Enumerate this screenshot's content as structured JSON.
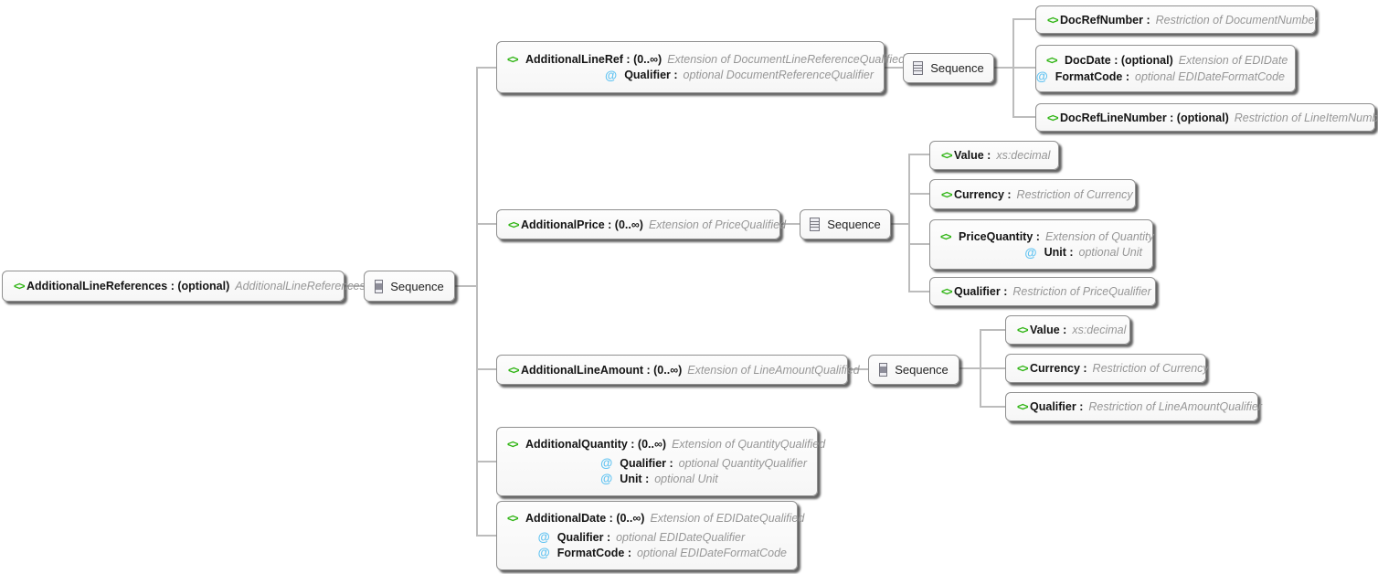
{
  "sequence_label": "Sequence",
  "icons": {
    "element": "<>",
    "attribute": "@"
  },
  "colors": {
    "element_icon": "#2eb412",
    "attribute_icon": "#63c4f2",
    "type_text": "#969696",
    "box_border": "#8f8f8f",
    "connector": "#bcbcbc"
  },
  "tree": {
    "root": {
      "label": "AdditionalLineReferences : (optional)",
      "type": "AdditionalLineReferences"
    },
    "branches": [
      {
        "label": "AdditionalLineRef : (0..∞)",
        "type": "Extension of DocumentLineReferenceQualified",
        "attributes": [
          {
            "label": "Qualifier :",
            "type": "optional DocumentReferenceQualifier"
          }
        ],
        "children": [
          {
            "label": "DocRefNumber :",
            "type": "Restriction of DocumentNumber"
          },
          {
            "label": "DocDate : (optional)",
            "type": "Extension of EDIDate",
            "attributes": [
              {
                "label": "FormatCode :",
                "type": "optional EDIDateFormatCode"
              }
            ]
          },
          {
            "label": "DocRefLineNumber : (optional)",
            "type": "Restriction of LineItemNumber"
          }
        ]
      },
      {
        "label": "AdditionalPrice : (0..∞)",
        "type": "Extension of PriceQualified",
        "children": [
          {
            "label": "Value :",
            "type": "xs:decimal"
          },
          {
            "label": "Currency :",
            "type": "Restriction of Currency"
          },
          {
            "label": "PriceQuantity :",
            "type": "Extension of Quantity",
            "attributes": [
              {
                "label": "Unit :",
                "type": "optional Unit"
              }
            ]
          },
          {
            "label": "Qualifier :",
            "type": "Restriction of PriceQualifier"
          }
        ]
      },
      {
        "label": "AdditionalLineAmount : (0..∞)",
        "type": "Extension of LineAmountQualified",
        "children": [
          {
            "label": "Value :",
            "type": "xs:decimal"
          },
          {
            "label": "Currency :",
            "type": "Restriction of Currency"
          },
          {
            "label": "Qualifier :",
            "type": "Restriction of LineAmountQualifier"
          }
        ]
      },
      {
        "label": "AdditionalQuantity : (0..∞)",
        "type": "Extension of QuantityQualified",
        "attributes": [
          {
            "label": "Qualifier :",
            "type": "optional QuantityQualifier"
          },
          {
            "label": "Unit :",
            "type": "optional Unit"
          }
        ]
      },
      {
        "label": "AdditionalDate : (0..∞)",
        "type": "Extension of EDIDateQualified",
        "attributes": [
          {
            "label": "Qualifier :",
            "type": "optional EDIDateQualifier"
          },
          {
            "label": "FormatCode :",
            "type": "optional EDIDateFormatCode"
          }
        ]
      }
    ]
  }
}
